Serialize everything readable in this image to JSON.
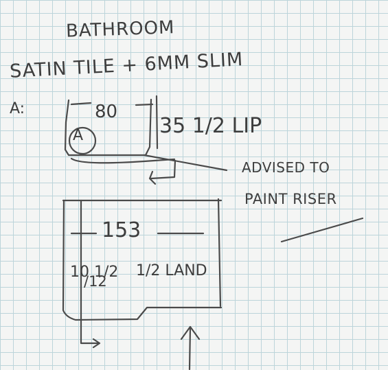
{
  "sketch": {
    "title": "BATHROOM",
    "spec": "SATIN TILE + 6MM SLIM",
    "ref": "A:",
    "dims": {
      "top_width": "80",
      "circle_label": "A",
      "top_side": "35 1/2 LIP",
      "bottom_width": "153",
      "bottom_left": "10 1/2",
      "bottom_mid": "/12",
      "bottom_right": "1/2 LAND"
    },
    "notes": {
      "line1": "ADVISED TO",
      "line2": "PAINT RISER"
    }
  }
}
